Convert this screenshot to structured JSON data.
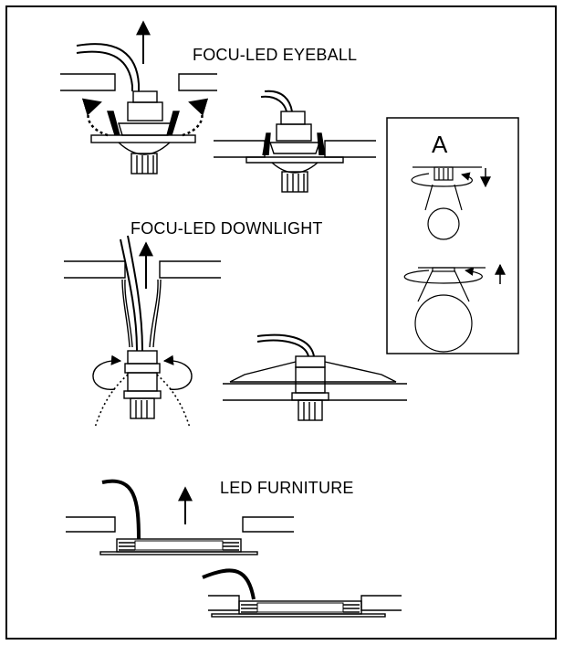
{
  "labels": {
    "eyeball": "FOCU-LED EYEBALL",
    "downlight": "FOCU-LED DOWNLIGHT",
    "furniture": "LED FURNITURE",
    "inset": "A"
  }
}
